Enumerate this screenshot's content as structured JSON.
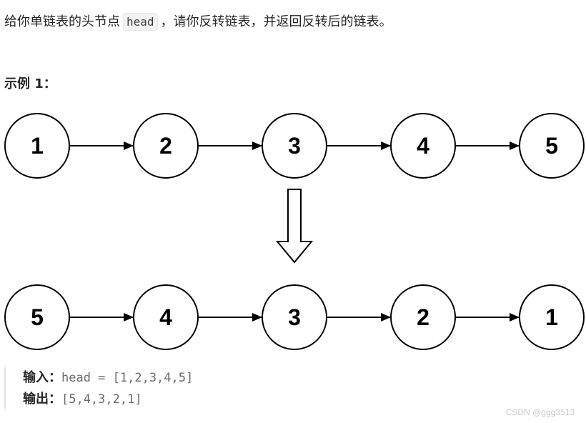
{
  "description": {
    "prefix": "给你单链表的头节点",
    "code": "head",
    "suffix": "，请你反转链表，并返回反转后的链表。"
  },
  "example_title": "示例 1：",
  "diagram": {
    "top_row": [
      "1",
      "2",
      "3",
      "4",
      "5"
    ],
    "bottom_row": [
      "5",
      "4",
      "3",
      "2",
      "1"
    ]
  },
  "io": {
    "input_label": "输入：",
    "input_value": "head = [1,2,3,4,5]",
    "output_label": "输出：",
    "output_value": "[5,4,3,2,1]"
  },
  "watermark": "CSDN @ggg3513"
}
